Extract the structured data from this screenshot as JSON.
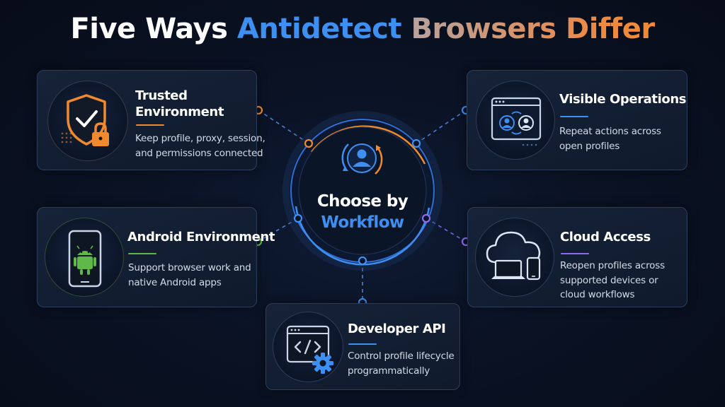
{
  "title": {
    "part1": "Five Ways",
    "part2": "Antidetect",
    "part3": "Browsers Differ"
  },
  "hub": {
    "line1": "Choose by",
    "line2": "Workflow"
  },
  "cards": {
    "trusted": {
      "title1": "Trusted",
      "title2": "Environment",
      "desc1": "Keep profile, proxy, session,",
      "desc2": "and permissions connected"
    },
    "visible": {
      "title": "Visible Operations",
      "desc1": "Repeat actions across",
      "desc2": "open profiles"
    },
    "android": {
      "title": "Android Environment",
      "desc1": "Support browser work and",
      "desc2": "native Android apps"
    },
    "cloud": {
      "title": "Cloud Access",
      "desc1": "Reopen profiles across",
      "desc2": "supported devices or",
      "desc3": "cloud workflows"
    },
    "api": {
      "title": "Developer API",
      "desc1": "Control profile lifecycle",
      "desc2": "programmatically"
    }
  },
  "icons": {
    "trusted": "shield-lock-icon",
    "visible": "browser-users-icon",
    "android": "android-phone-icon",
    "cloud": "cloud-devices-icon",
    "api": "code-gear-icon",
    "hub": "user-sync-icon"
  },
  "colors": {
    "background": "#0a1224",
    "orange": "#f08a2e",
    "blue": "#3d8ff2",
    "green": "#5fb848",
    "purple": "#8b6cf0",
    "card_border": "#2c3e5c"
  }
}
